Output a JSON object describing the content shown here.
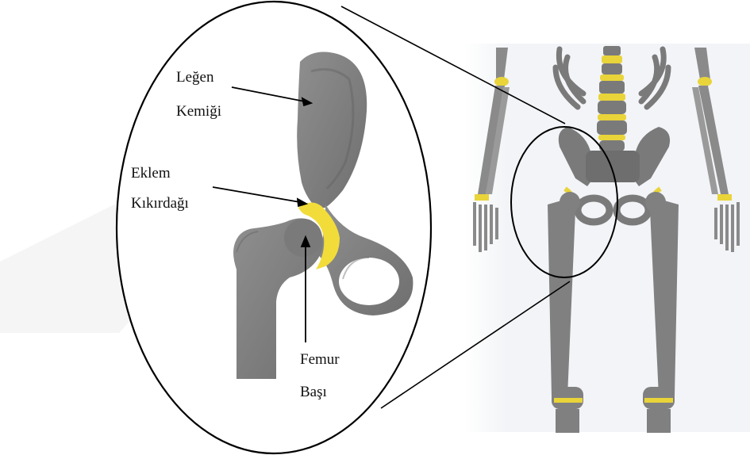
{
  "labels": {
    "pelvis": [
      "Leğen",
      "Kemiği"
    ],
    "cartilage": [
      "Eklem",
      "Kıkırdağı"
    ],
    "femur_head": [
      "Femur",
      "Başı"
    ]
  },
  "colors": {
    "bone": "#7d7d7d",
    "bone_dark": "#6a6a6a",
    "cartilage": "#f2dc3a",
    "outline": "#000000"
  }
}
